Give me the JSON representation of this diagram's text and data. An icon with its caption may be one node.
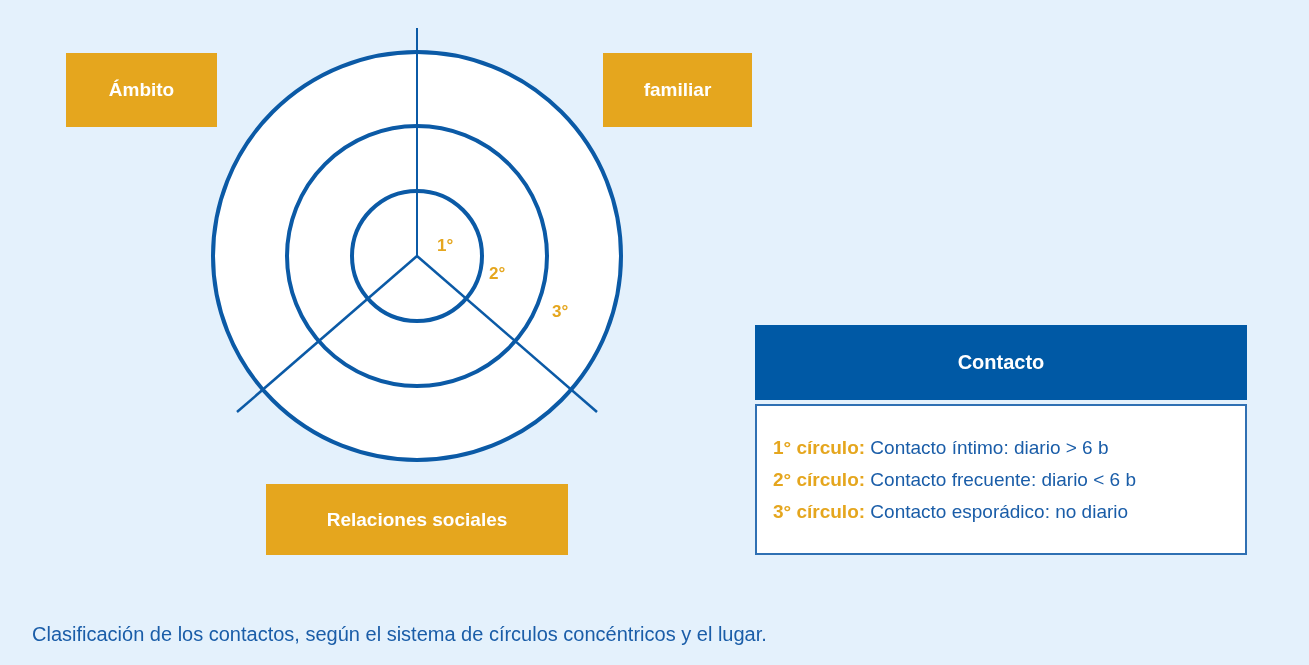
{
  "diagram": {
    "caption": "Clasificación de los contactos, según el sistema de círculos concéntricos y el lugar.",
    "nodes": [
      {
        "text": [
          "Ámbito"
        ]
      },
      {
        "text": [
          "familiar"
        ]
      },
      {
        "text": [
          "Relaciones sociales"
        ]
      },
      {
        "text": [
          "Contacto"
        ]
      },
      {
        "text": [
          "**1° círculo:** Contacto íntimo: diario > 6 b",
          "**2° círculo:** Contacto frecuente: diario < 6 b",
          "**3° círculo:** Contacto esporádico: no diario"
        ]
      }
    ],
    "labels": [
      "1°",
      "2°",
      "3°"
    ]
  }
}
